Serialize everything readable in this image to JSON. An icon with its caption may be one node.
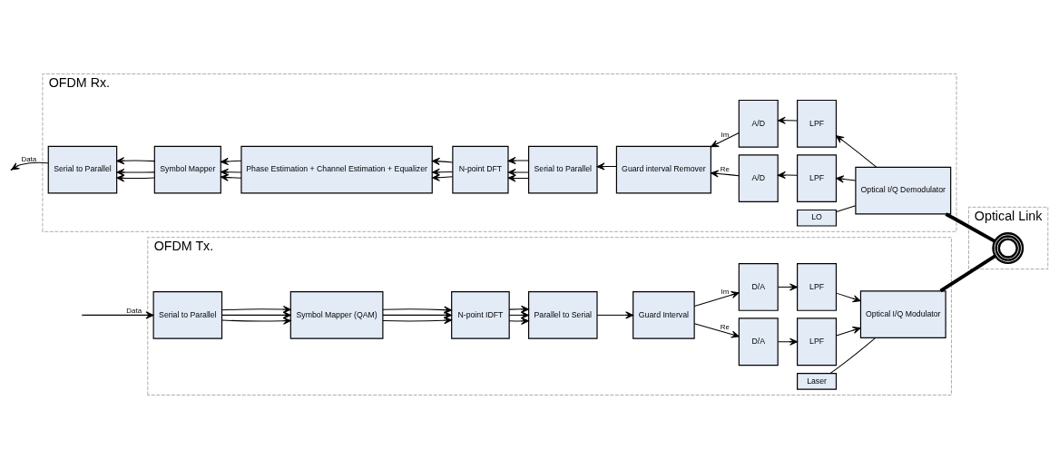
{
  "diagram": {
    "nodes": [
      {
        "text": [
          "OFDM Tx."
        ]
      },
      {
        "text": [
          "Serial to Parallel"
        ],
        "in": 0
      },
      {
        "text": [
          "Symbol Mapper (QAM)"
        ],
        "in": 0
      },
      {
        "text": [
          "N-point IDFT"
        ],
        "in": 0
      },
      {
        "text": [
          "Parallel to Serial"
        ],
        "in": 0
      },
      {
        "text": [
          "Guard Interval"
        ],
        "in": 0
      },
      {
        "text": [
          "D/A"
        ],
        "in": 0
      },
      {
        "text": [
          "LPF"
        ],
        "in": 0
      },
      {
        "text": [
          "Laser"
        ],
        "in": 0
      },
      {
        "text": [
          "Optical I/Q Modulator"
        ],
        "in": 0
      },
      {
        "text": [
          "D/A"
        ],
        "in": 0
      },
      {
        "text": [
          "LPF"
        ],
        "in": 0
      },
      {
        "text": [
          "Optical Link"
        ]
      },
      {
        "text": [],
        "shape": "coil",
        "in": 12
      },
      {
        "text": [
          "OFDM Rx."
        ]
      },
      {
        "text": [
          "Serial to Parallel"
        ],
        "in": 14
      },
      {
        "text": [
          "Symbol Mapper"
        ],
        "in": 14
      },
      {
        "text": [
          "Phase Estimation + Channel Estimation + Equalizer"
        ],
        "in": 14
      },
      {
        "text": [
          "N-point DFT"
        ],
        "in": 14
      },
      {
        "text": [
          "Serial to Parallel"
        ],
        "in": 14
      },
      {
        "text": [
          "Guard interval Remover"
        ],
        "in": 14
      },
      {
        "text": [
          "A/D"
        ],
        "in": 14
      },
      {
        "text": [
          "LPF"
        ],
        "in": 14
      },
      {
        "text": [
          "LO"
        ],
        "in": 14
      },
      {
        "text": [
          "Optical I/Q Demodulator"
        ],
        "in": 14
      },
      {
        "text": [
          "A/D"
        ],
        "in": 14
      },
      {
        "text": [
          "LPF"
        ],
        "in": 14
      }
    ],
    "edges": [
      {
        "from": null,
        "to": 1,
        "arrow": "to",
        "label": "Data"
      },
      {
        "from": 1,
        "to": 2,
        "arrow": "to"
      },
      {
        "from": 1,
        "to": 2,
        "arrow": "to"
      },
      {
        "from": 1,
        "to": 2,
        "arrow": "to"
      },
      {
        "from": 2,
        "to": 3,
        "arrow": "to"
      },
      {
        "from": 2,
        "to": 3,
        "arrow": "to"
      },
      {
        "from": 2,
        "to": 3,
        "arrow": "to"
      },
      {
        "from": 3,
        "to": 4,
        "arrow": "to"
      },
      {
        "from": 3,
        "to": 4,
        "arrow": "to"
      },
      {
        "from": 3,
        "to": 4,
        "arrow": "to"
      },
      {
        "from": 4,
        "to": 5,
        "arrow": "to"
      },
      {
        "from": 5,
        "to": 6,
        "arrow": "to",
        "label": "Re"
      },
      {
        "from": 6,
        "to": 7,
        "arrow": "to"
      },
      {
        "from": 7,
        "to": 9,
        "arrow": "to"
      },
      {
        "from": 8,
        "to": 9,
        "arrow": "none"
      },
      {
        "from": 5,
        "to": 10,
        "arrow": "to",
        "label": "Im"
      },
      {
        "from": 10,
        "to": 11,
        "arrow": "to"
      },
      {
        "from": 11,
        "to": 9,
        "arrow": "to"
      },
      {
        "from": 9,
        "to": 13,
        "arrow": "none",
        "style": "thick"
      },
      {
        "from": 13,
        "to": 24,
        "arrow": "none",
        "style": "thick"
      },
      {
        "from": 24,
        "to": 22,
        "arrow": "to"
      },
      {
        "from": 22,
        "to": 21,
        "arrow": "to"
      },
      {
        "from": 21,
        "to": 20,
        "arrow": "to",
        "label": "Re"
      },
      {
        "from": 23,
        "to": 24,
        "arrow": "none"
      },
      {
        "from": 24,
        "to": 26,
        "arrow": "to"
      },
      {
        "from": 26,
        "to": 25,
        "arrow": "to"
      },
      {
        "from": 25,
        "to": 20,
        "arrow": "to",
        "label": "Im"
      },
      {
        "from": 20,
        "to": 19,
        "arrow": "to"
      },
      {
        "from": 19,
        "to": 18,
        "arrow": "to"
      },
      {
        "from": 19,
        "to": 18,
        "arrow": "to"
      },
      {
        "from": 19,
        "to": 18,
        "arrow": "to"
      },
      {
        "from": 18,
        "to": 17,
        "arrow": "to"
      },
      {
        "from": 18,
        "to": 17,
        "arrow": "to"
      },
      {
        "from": 18,
        "to": 17,
        "arrow": "to"
      },
      {
        "from": 17,
        "to": 16,
        "arrow": "to"
      },
      {
        "from": 17,
        "to": 16,
        "arrow": "to"
      },
      {
        "from": 17,
        "to": 16,
        "arrow": "to"
      },
      {
        "from": 16,
        "to": 15,
        "arrow": "to"
      },
      {
        "from": 16,
        "to": 15,
        "arrow": "to"
      },
      {
        "from": 16,
        "to": 15,
        "arrow": "to"
      },
      {
        "from": 15,
        "to": null,
        "arrow": "to",
        "label": "Data"
      }
    ]
  }
}
